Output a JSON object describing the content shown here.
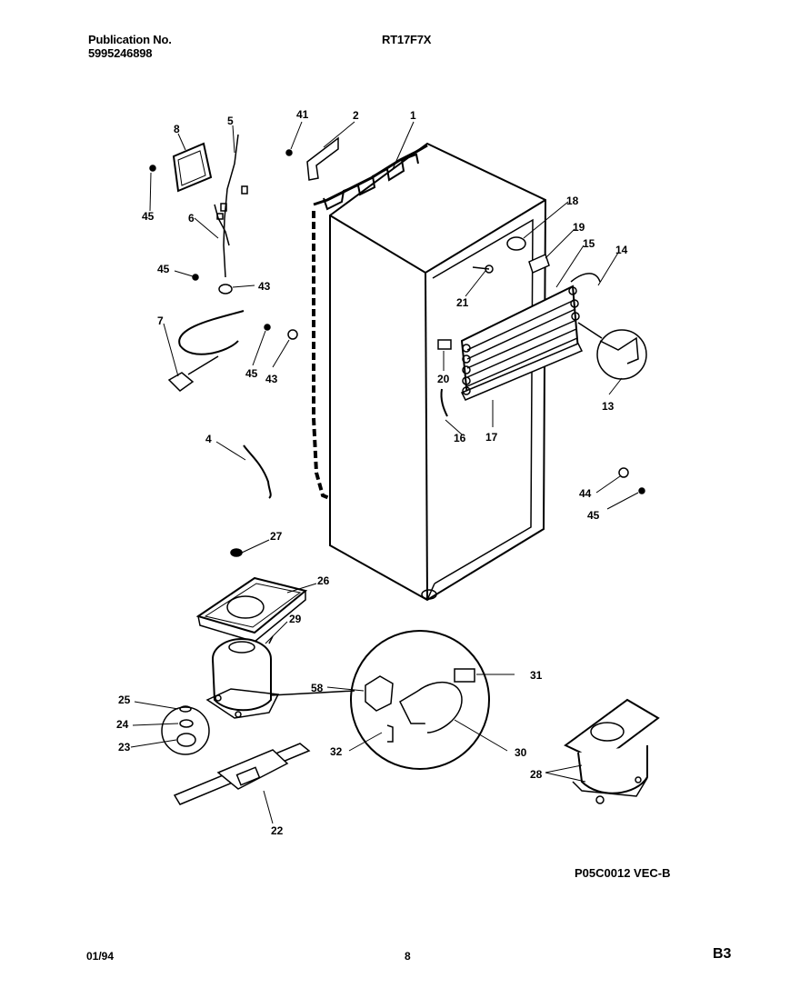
{
  "header": {
    "publication_label": "Publication No.",
    "publication_number": "5995246898",
    "model": "RT17F7X"
  },
  "footer": {
    "diagram_code": "P05C0012 VEC-B",
    "date": "01/94",
    "page": "8",
    "section": "B3"
  },
  "callouts": {
    "c1": "1",
    "c2": "2",
    "c4": "4",
    "c5": "5",
    "c6": "6",
    "c7": "7",
    "c8": "8",
    "c13": "13",
    "c14": "14",
    "c15": "15",
    "c16": "16",
    "c17": "17",
    "c18": "18",
    "c19": "19",
    "c20": "20",
    "c21": "21",
    "c22": "22",
    "c23": "23",
    "c24": "24",
    "c25": "25",
    "c26": "26",
    "c27": "27",
    "c28": "28",
    "c29": "29",
    "c30": "30",
    "c31": "31",
    "c32": "32",
    "c41": "41",
    "c43a": "43",
    "c43b": "43",
    "c44": "44",
    "c45a": "45",
    "c45b": "45",
    "c45c": "45",
    "c45d": "45",
    "c58": "58"
  }
}
